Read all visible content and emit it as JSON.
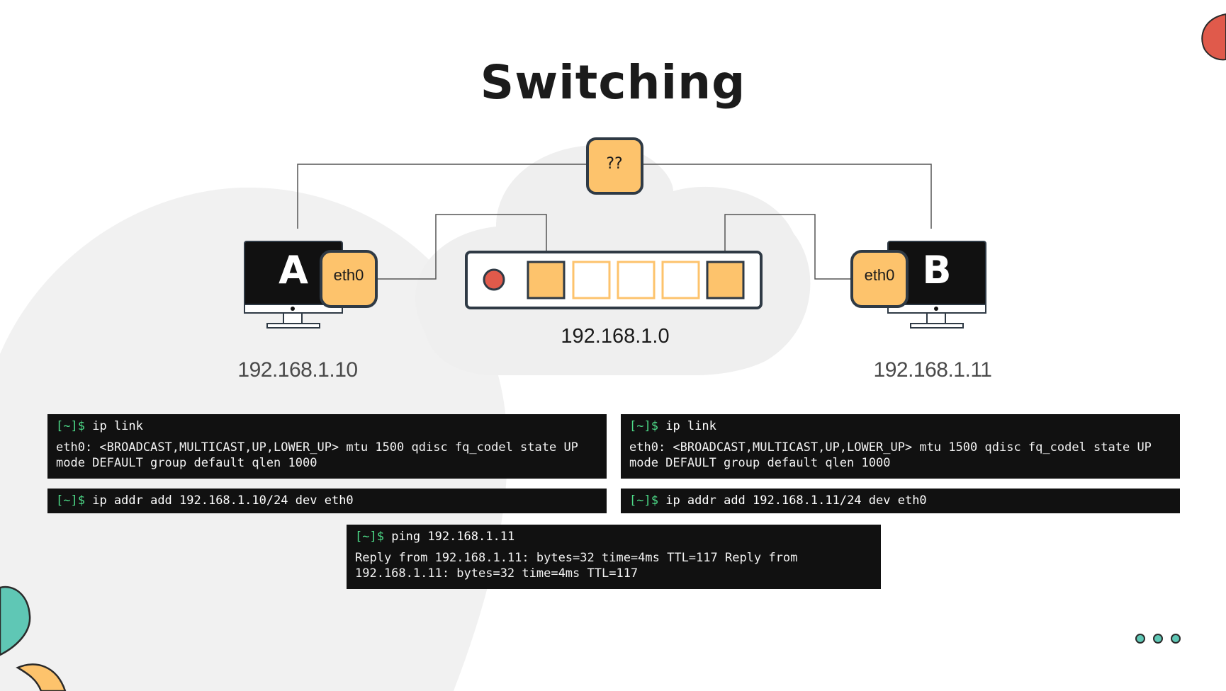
{
  "title": "Switching",
  "unknown_device_label": "??",
  "network_label": "192.168.1.0",
  "host_a": {
    "name": "A",
    "interface": "eth0",
    "ip": "192.168.1.10"
  },
  "host_b": {
    "name": "B",
    "interface": "eth0",
    "ip": "192.168.1.11"
  },
  "terminals": {
    "a_link": {
      "prompt": "[~]$",
      "command": "ip link",
      "output": "eth0: <BROADCAST,MULTICAST,UP,LOWER_UP> mtu 1500 qdisc fq_codel state UP mode DEFAULT group default qlen 1000"
    },
    "b_link": {
      "prompt": "[~]$",
      "command": "ip link",
      "output": "eth0: <BROADCAST,MULTICAST,UP,LOWER_UP> mtu 1500 qdisc fq_codel state UP mode DEFAULT group default qlen 1000"
    },
    "a_addr": {
      "prompt": "[~]$",
      "command": "ip addr add 192.168.1.10/24 dev eth0"
    },
    "b_addr": {
      "prompt": "[~]$",
      "command": "ip addr add 192.168.1.11/24 dev eth0"
    },
    "ping": {
      "prompt": "[~]$",
      "command": "ping 192.168.1.11",
      "output": "Reply from 192.168.1.11: bytes=32 time=4ms TTL=117 Reply from 192.168.1.11: bytes=32 time=4ms TTL=117"
    }
  },
  "colors": {
    "port_fill": "#fdc36c",
    "outline": "#2f3a45",
    "led": "#e05a4b",
    "prompt": "#4ddb88",
    "terminal_bg": "#111111",
    "blob_gray": "#efefef",
    "accent_teal": "#5fc7b5",
    "accent_red": "#e05a4b"
  },
  "icons": [
    "monitor-icon",
    "status-led-icon",
    "more-dots-icon"
  ]
}
